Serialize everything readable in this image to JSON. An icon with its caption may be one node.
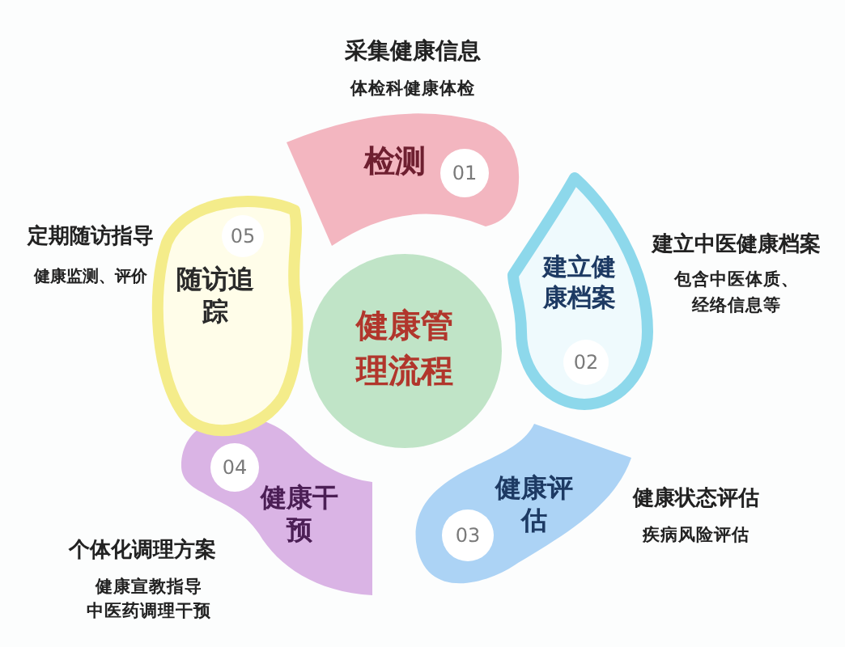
{
  "diagram": {
    "nodes": [
      {
        "text": [
          "检测",
          "01"
        ],
        "beside": [
          "采集健康信息",
          "体检科健康体检"
        ]
      },
      {
        "text": [
          "建立健康档案",
          "02"
        ],
        "beside": [
          "建立中医健康档案",
          "包含中医体质、经络信息等"
        ]
      },
      {
        "text": [
          "健康评估",
          "03"
        ],
        "beside": [
          "健康状态评估",
          "疾病风险评估"
        ]
      },
      {
        "text": [
          "04",
          "健康干预"
        ],
        "beside": [
          "个体化调理方案",
          "健康宣教指导",
          "中医药调理干预"
        ]
      },
      {
        "text": [
          "05",
          "随访追踪"
        ],
        "beside": [
          "定期随访指导",
          "健康监测、评价"
        ]
      },
      {
        "text": [
          "健康管理流程"
        ]
      }
    ]
  }
}
